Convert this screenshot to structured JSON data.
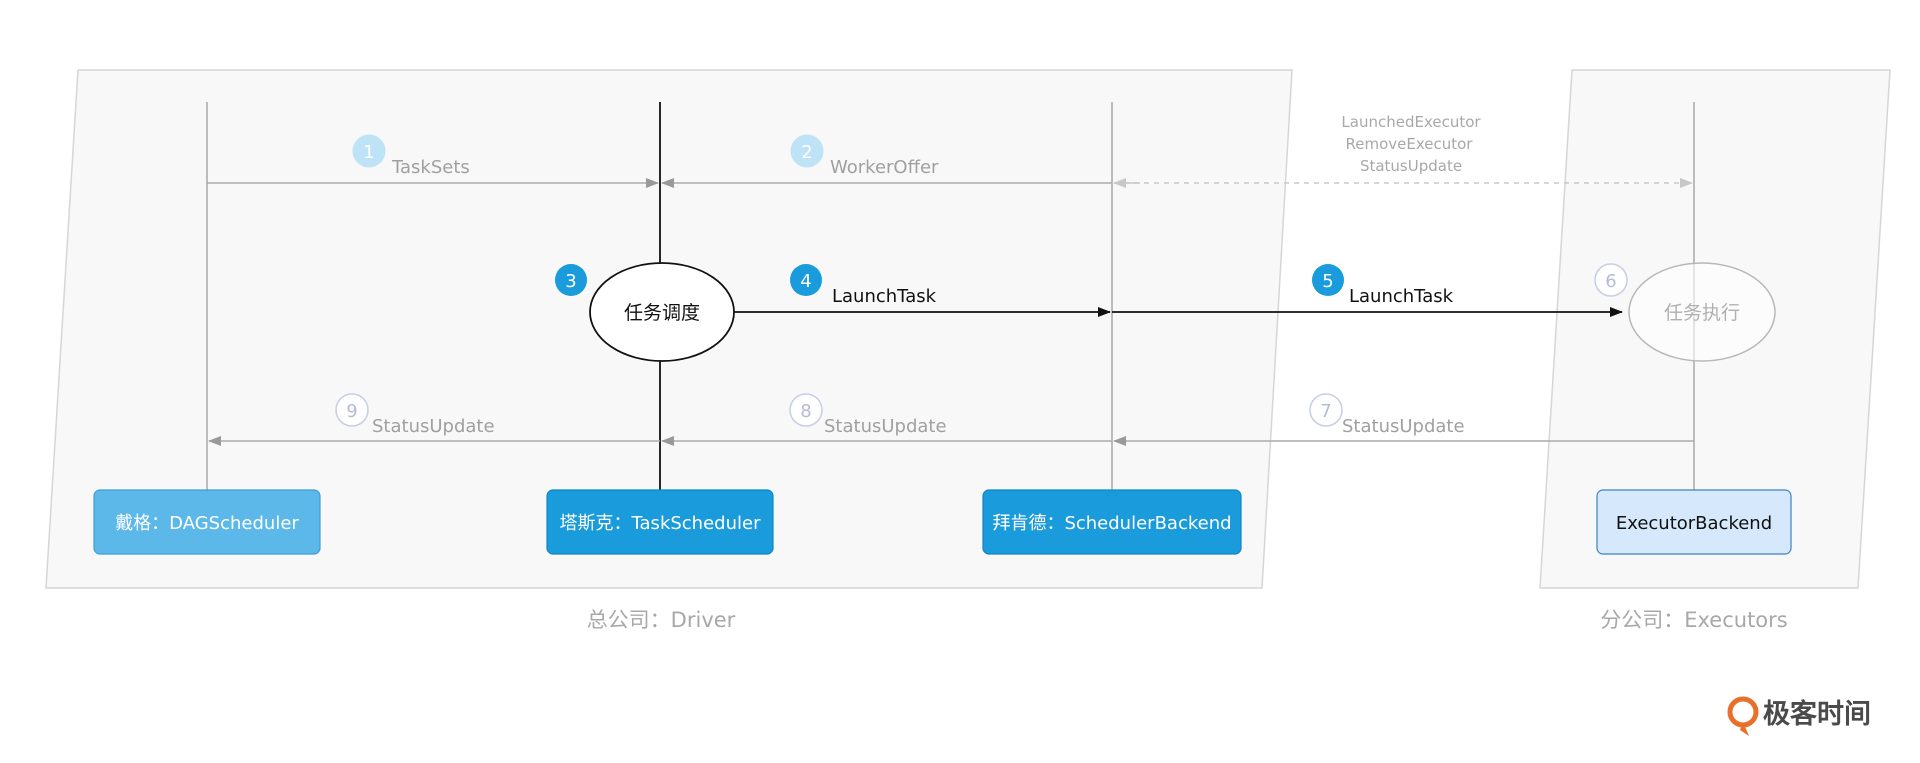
{
  "regions": {
    "driver_caption": "总公司：Driver",
    "executors_caption": "分公司：Executors"
  },
  "components": {
    "dag": "戴格：DAGScheduler",
    "task": "塔斯克：TaskScheduler",
    "backend": "拜肯德：SchedulerBackend",
    "executor": "ExecutorBackend"
  },
  "nodes": {
    "schedule": "任务调度",
    "execute": "任务执行"
  },
  "steps": {
    "s1": {
      "num": "1",
      "label": "TaskSets"
    },
    "s2": {
      "num": "2",
      "label": "WorkerOffer"
    },
    "s3": {
      "num": "3"
    },
    "s4": {
      "num": "4",
      "label": "LaunchTask"
    },
    "s5": {
      "num": "5",
      "label": "LaunchTask"
    },
    "s6": {
      "num": "6"
    },
    "s7": {
      "num": "7",
      "label": "StatusUpdate"
    },
    "s8": {
      "num": "8",
      "label": "StatusUpdate"
    },
    "s9": {
      "num": "9",
      "label": "StatusUpdate"
    }
  },
  "messages": {
    "line1": "LaunchedExecutor",
    "line2": "RemoveExecutor",
    "line3": "StatusUpdate"
  },
  "brand": {
    "name": "极客时间"
  },
  "colors": {
    "accent": "#1a9bdb",
    "accent_light": "#5bb8e8",
    "faded_badge": "#bfe3f6",
    "executor_fill": "#d6e8fb",
    "executor_border": "#3e82c4",
    "panel_fill": "#f8f8f8",
    "panel_border": "#d6d6d6",
    "brand_orange": "#e8702a"
  }
}
